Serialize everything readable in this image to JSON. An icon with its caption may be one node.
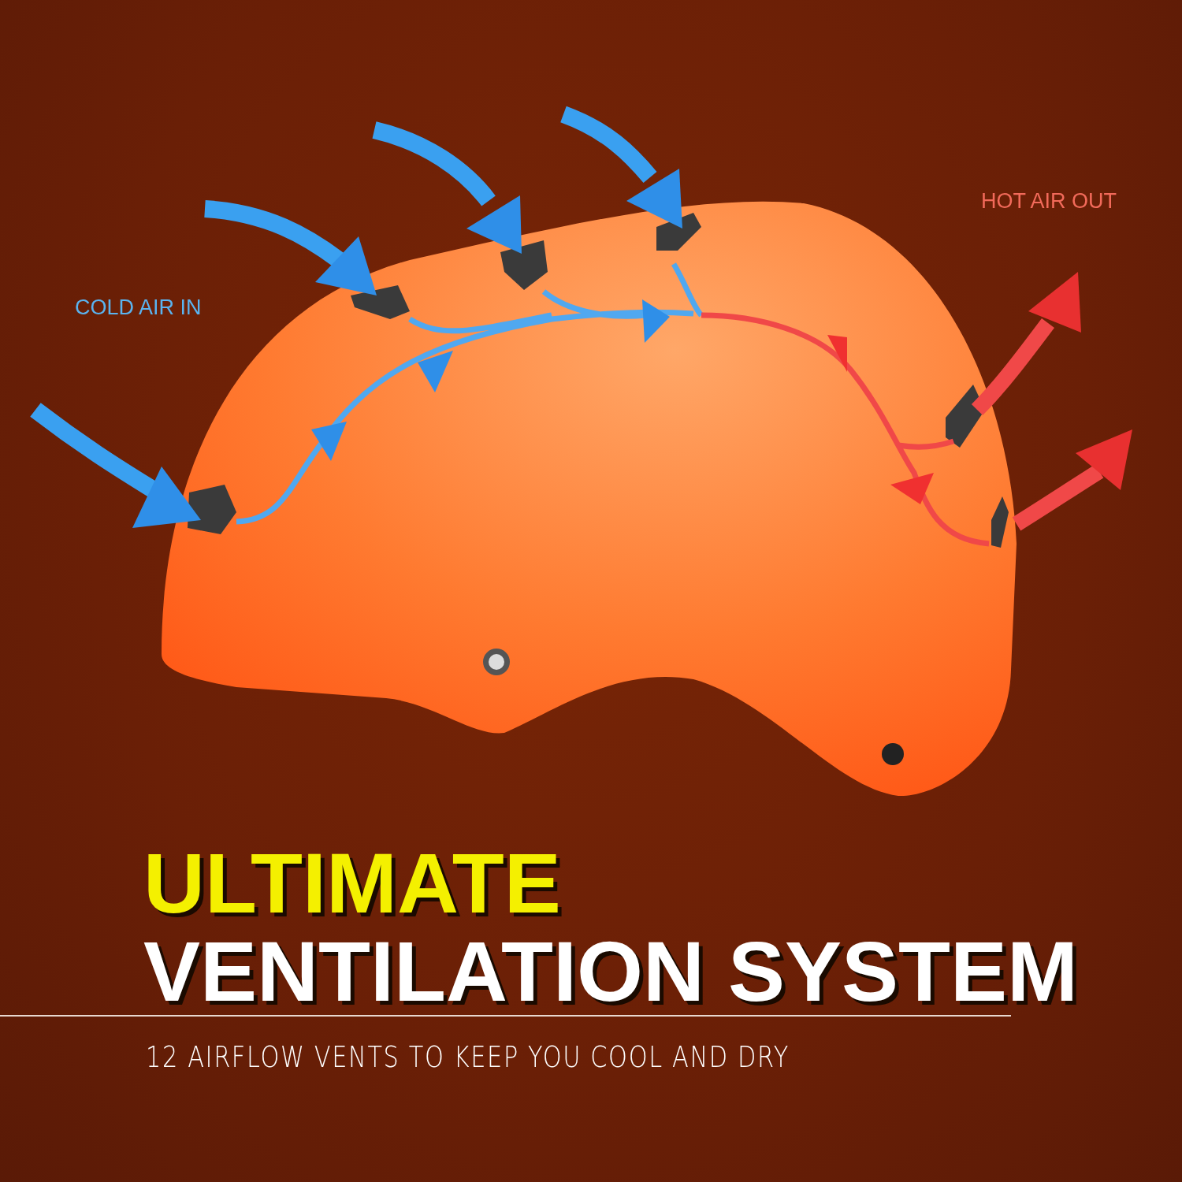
{
  "diagram": {
    "title": "ULTIMATE VENTILATION SYSTEM",
    "caption": "12 AIRFLOW VENTS TO KEEP YOU COOL AND DRY",
    "labels": [
      "COLD AIR IN",
      "HOT AIR OUT"
    ]
  }
}
